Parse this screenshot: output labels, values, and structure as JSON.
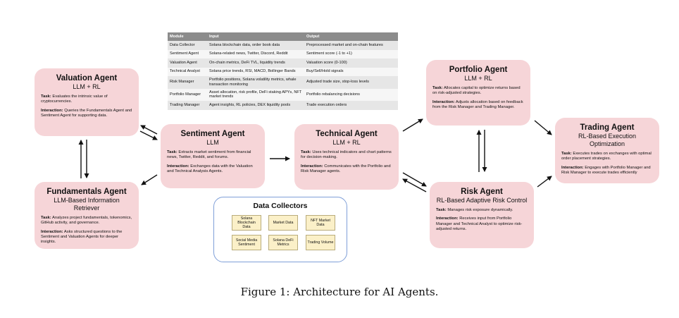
{
  "table": {
    "headers": [
      "Module",
      "Input",
      "Output"
    ],
    "rows": [
      [
        "Data Collector",
        "Solana blockchain data, order book data",
        "Preprocessed market and on-chain features"
      ],
      [
        "Sentiment Agent",
        "Solana-related news, Twitter, Discord, Reddit",
        "Sentiment score (-1 to +1)"
      ],
      [
        "Valuation Agent",
        "On-chain metrics, DeFi TVL, liquidity trends",
        "Valuation score (0-100)"
      ],
      [
        "Technical Analyst",
        "Solana price trends, RSI, MACD, Bollinger Bands",
        "Buy/Sell/Hold signals"
      ],
      [
        "Risk Manager",
        "Portfolio positions, Solana volatility metrics, whale transaction monitoring",
        "Adjusted trade size, stop-loss levels"
      ],
      [
        "Portfolio Manager",
        "Asset allocation, risk profile, DeFi staking APYs, NFT market trends",
        "Portfolio rebalancing decisions"
      ],
      [
        "Trading Manager",
        "Agent insights, RL policies, DEX liquidity pools",
        "Trade execution orders"
      ]
    ]
  },
  "agents": {
    "valuation": {
      "title": "Valuation Agent",
      "subtitle": "LLM + RL",
      "task_label": "Task:",
      "task": "Evaluates the intrinsic value of cryptocurrencies.",
      "interaction_label": "Interaction:",
      "interaction": "Queries the Fundamentals Agent and Sentiment Agent for supporting data."
    },
    "fundamentals": {
      "title": "Fundamentals Agent",
      "subtitle": "LLM-Based Information Retriever",
      "task_label": "Task:",
      "task": "Analyzes project fundamentals, tokenomics, GitHub activity, and governance.",
      "interaction_label": "Interaction:",
      "interaction": "Asks structured questions to the Sentiment and Valuation Agents for deeper insights."
    },
    "sentiment": {
      "title": "Sentiment Agent",
      "subtitle": "LLM",
      "task_label": "Task:",
      "task": "Extracts market sentiment from financial news, Twitter, Reddit, and forums.",
      "interaction_label": "Interaction:",
      "interaction": "Exchanges data with the Valuation and Technical Analysis Agents."
    },
    "technical": {
      "title": "Technical Agent",
      "subtitle": "LLM + RL",
      "task_label": "Task:",
      "task": "Uses technical indicators and chart patterns for decision-making.",
      "interaction_label": "Interaction:",
      "interaction": "Communicates with the Portfolio and Risk Manager agents."
    },
    "portfolio": {
      "title": "Portfolio  Agent",
      "subtitle": "LLM + RL",
      "task_label": "Task:",
      "task": "Allocates capital to optimize returns based on risk-adjusted strategies.",
      "interaction_label": "Interaction:",
      "interaction": "Adjusts allocation based on feedback from the Risk Manager and Trading Manager."
    },
    "risk": {
      "title": "Risk Agent",
      "subtitle": "RL-Based Adaptive Risk Control",
      "task_label": "Task:",
      "task": "Manages risk exposure dynamically.",
      "interaction_label": "Interaction:",
      "interaction": "Receives input from Portfolio Manager and Technical Analyst to optimize risk-adjusted returns."
    },
    "trading": {
      "title": "Trading  Agent",
      "subtitle": "RL-Based Execution Optimization",
      "task_label": "Task:",
      "task": "Executes trades on exchanges with optimal order placement strategies.",
      "interaction_label": "Interaction:",
      "interaction": "Engages with Portfolio Manager and Risk Manager to execute trades efficiently"
    }
  },
  "data_collectors": {
    "title": "Data Collectors",
    "items": [
      "Solana Blockchain Data",
      "Market Data",
      "NFT Market Data",
      "Social Media Sentiment",
      "Solana DeFi Metrics",
      "Trading Volume"
    ]
  },
  "caption": "Figure 1:  Architecture for AI Agents.",
  "colors": {
    "agent_fill": "#f6d5d8",
    "collector_fill": "#fbf0c8",
    "collector_border": "#7f9fd8",
    "table_header": "#8c8c8c"
  }
}
